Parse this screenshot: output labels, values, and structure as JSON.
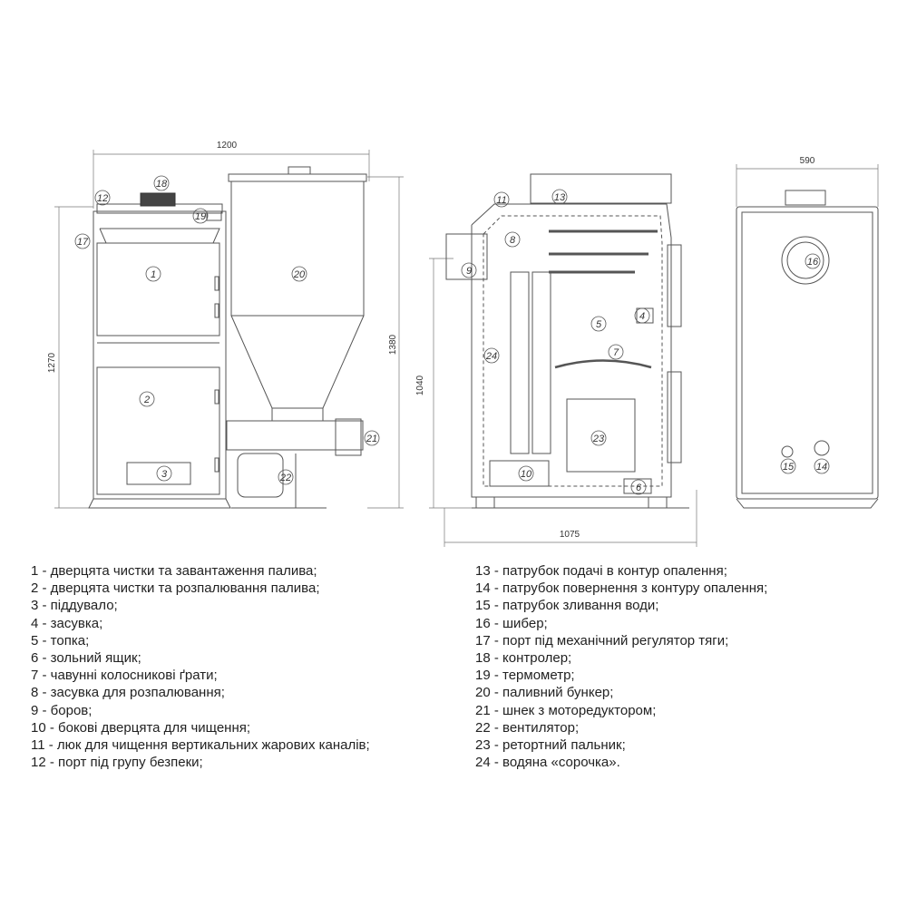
{
  "dimensions": {
    "width_total": "1200",
    "height_front": "1270",
    "height_hopper": "1380",
    "height_section": "1040",
    "depth_section": "1075",
    "width_back": "590"
  },
  "callouts": {
    "c1": "1",
    "c2": "2",
    "c3": "3",
    "c4": "4",
    "c5": "5",
    "c6": "6",
    "c7": "7",
    "c8": "8",
    "c9": "9",
    "c10": "10",
    "c11": "11",
    "c12": "12",
    "c13": "13",
    "c14": "14",
    "c15": "15",
    "c16": "16",
    "c17": "17",
    "c18": "18",
    "c19": "19",
    "c20": "20",
    "c21": "21",
    "c22": "22",
    "c23": "23",
    "c24": "24"
  },
  "legend": {
    "left": [
      "1 - дверцята чистки та завантаження палива;",
      "2 - дверцята чистки та розпалювання палива;",
      "3 - піддувало;",
      "4 - засувка;",
      "5 - топка;",
      "6 - зольний ящик;",
      "7 - чавунні колосникові ґрати;",
      "8 - засувка для розпалювання;",
      "9 - боров;",
      "10 - бокові дверцята для чищення;",
      "11 - люк для чищення вертикальних жарових каналів;",
      "12 - порт під групу безпеки;"
    ],
    "right": [
      "13 - патрубок подачі в контур опалення;",
      "14 - патрубок повернення з контуру опалення;",
      "15 - патрубок зливання води;",
      "16 - шибер;",
      "17 - порт під механічний регулятор тяги;",
      "18 - контролер;",
      "19 - термометр;",
      "20 - паливний бункер;",
      "21 - шнек з моторедуктором;",
      "22 - вентилятор;",
      "23 - ретортний пальник;",
      "24 - водяна «сорочка»."
    ]
  }
}
